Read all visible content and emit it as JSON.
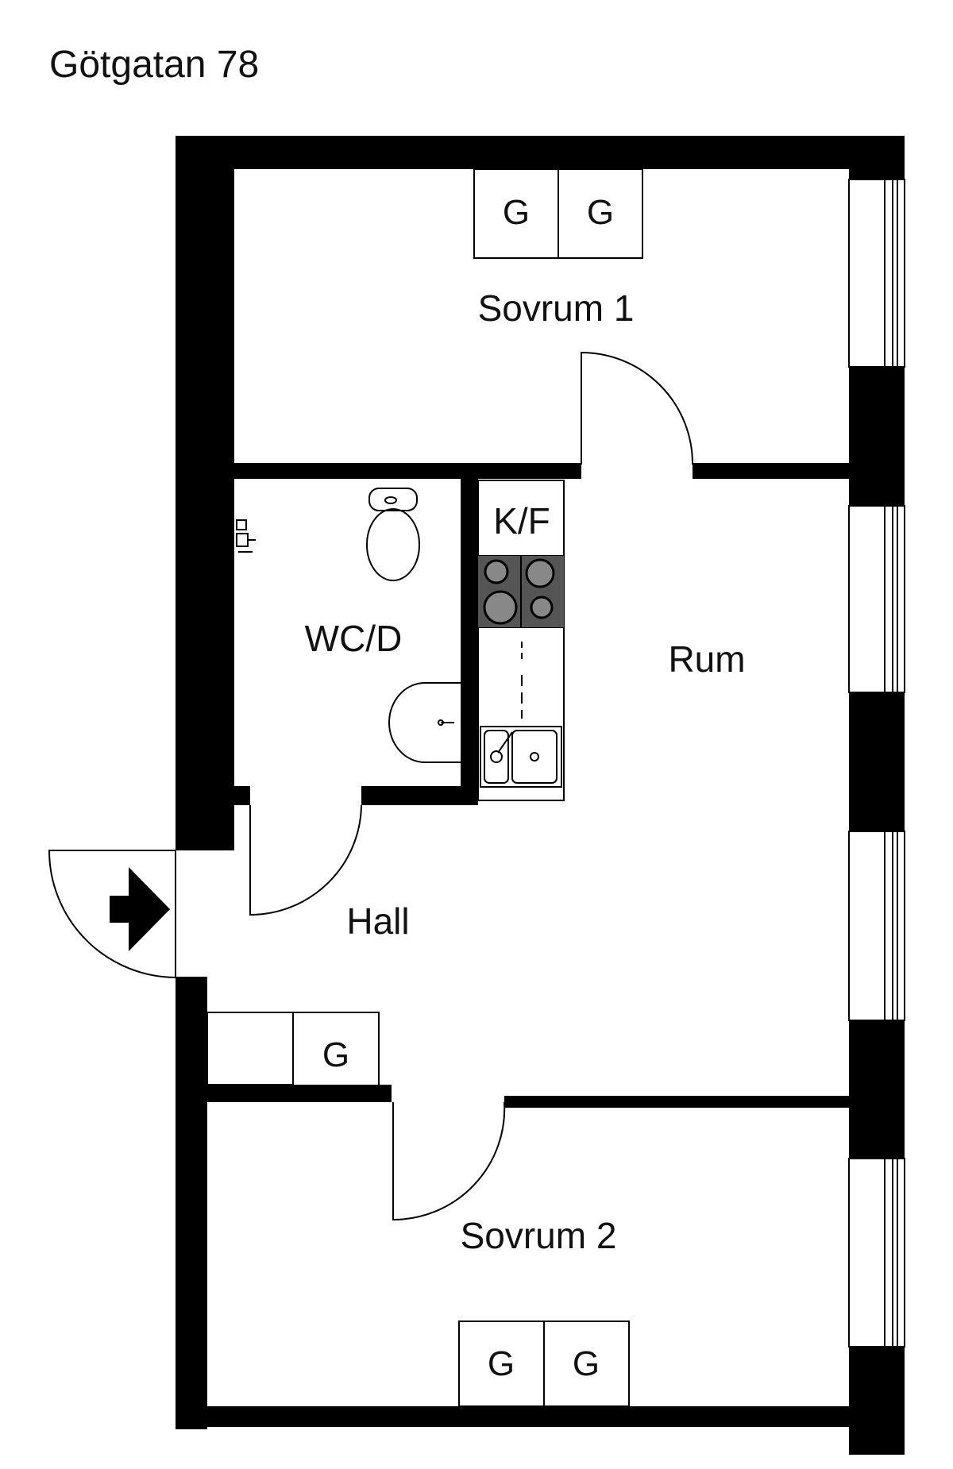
{
  "title": "Götgatan 78",
  "rooms": {
    "bedroom_1": "Sovrum 1",
    "bedroom_2": "Sovrum 2",
    "living_room": "Rum",
    "bathroom": "WC/D",
    "hall": "Hall",
    "kitchen": "K/F"
  },
  "wardrobe_label": "G",
  "colors": {
    "wall": "#000000",
    "hob": "#555555",
    "background": "#ffffff"
  }
}
